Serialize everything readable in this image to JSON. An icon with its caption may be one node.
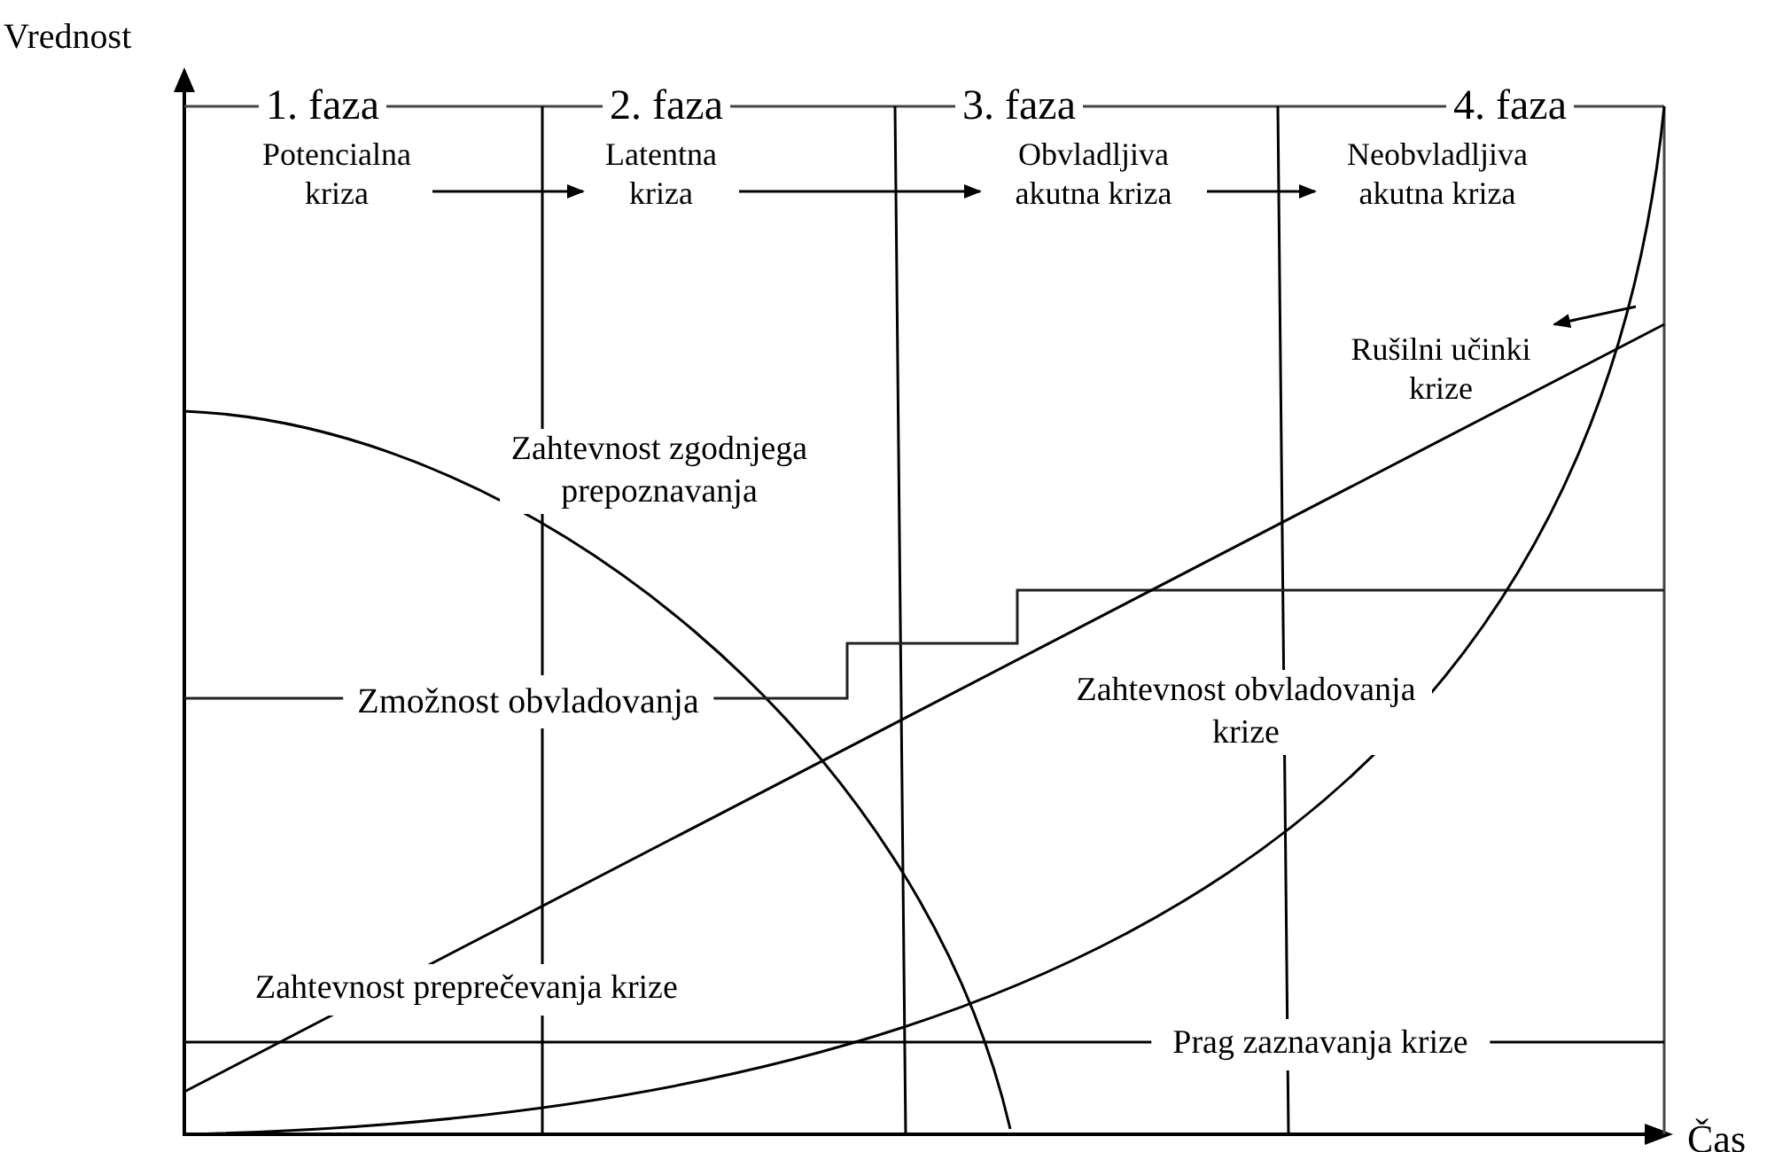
{
  "diagram": {
    "nodes": [
      {
        "text": [
          "Potencialna kriza"
        ]
      },
      {
        "text": [
          "Latentna kriza"
        ]
      },
      {
        "text": [
          "Obvladljiva akutna kriza"
        ]
      },
      {
        "text": [
          "Neobvladljiva akutna kriza"
        ]
      },
      {
        "text": [
          "Rušilni učinki krize"
        ]
      }
    ],
    "edges": [
      {
        "from": 0,
        "to": 1,
        "arrow": "to"
      },
      {
        "from": 1,
        "to": 2,
        "arrow": "to"
      },
      {
        "from": 2,
        "to": 3,
        "arrow": "to"
      },
      {
        "from": null,
        "to": 4,
        "arrow": "to"
      }
    ],
    "labels": [
      "Vrednost",
      "1. faza",
      "2. faza",
      "3. faza",
      "4. faza",
      "Zahtevnost zgodnjega prepoznavanja",
      "Zmožnost obvladovanja",
      "Zahtevnost obvladovanja krize",
      "Zahtevnost preprečevanja krize",
      "Prag zaznavanja krize",
      "Čas"
    ]
  }
}
